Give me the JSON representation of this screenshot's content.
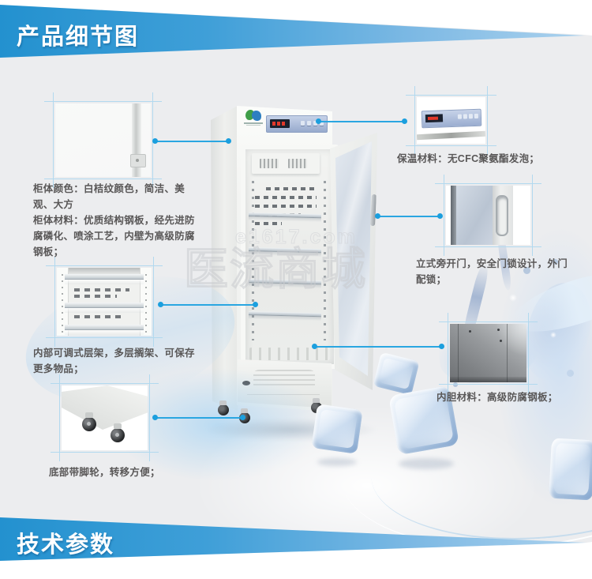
{
  "banners": {
    "top": "产品细节图",
    "bottom": "技术参数"
  },
  "watermark": {
    "line1": "e1617.com",
    "line2": "医流商城"
  },
  "callouts": {
    "cabinet": {
      "p1": "柜体颜色：白桔纹颜色，简洁、美观、大方",
      "p2": "柜体材料：优质结构钢板，经先进防腐磷化、喷涂工艺，内壁为高级防腐钢板；"
    },
    "shelves": {
      "p1": "内部可调式层架，多层搁架、可保存更多物品；"
    },
    "casters": {
      "p1": "底部带脚轮，转移方便；"
    },
    "insulation": {
      "p1": "保温材料：无CFC聚氨酯发泡；"
    },
    "door": {
      "p1": "立式旁开门，安全门锁设计，外门配锁；"
    },
    "liner": {
      "p1": "内胆材料：高级防腐钢板；"
    }
  },
  "icons": {
    "brand_logo": "brand-logo",
    "callout_dot": "callout-dot"
  },
  "colors": {
    "banner_blue_dark": "#2391cf",
    "banner_blue_light": "#aed3ee",
    "callout_line": "#2aa6e1",
    "callout_dot": "#1b9fde",
    "crop_mark": "#b2d9ef",
    "text_gray": "#595757",
    "background_gray": "#ecedef",
    "display_red": "#e2392b"
  }
}
